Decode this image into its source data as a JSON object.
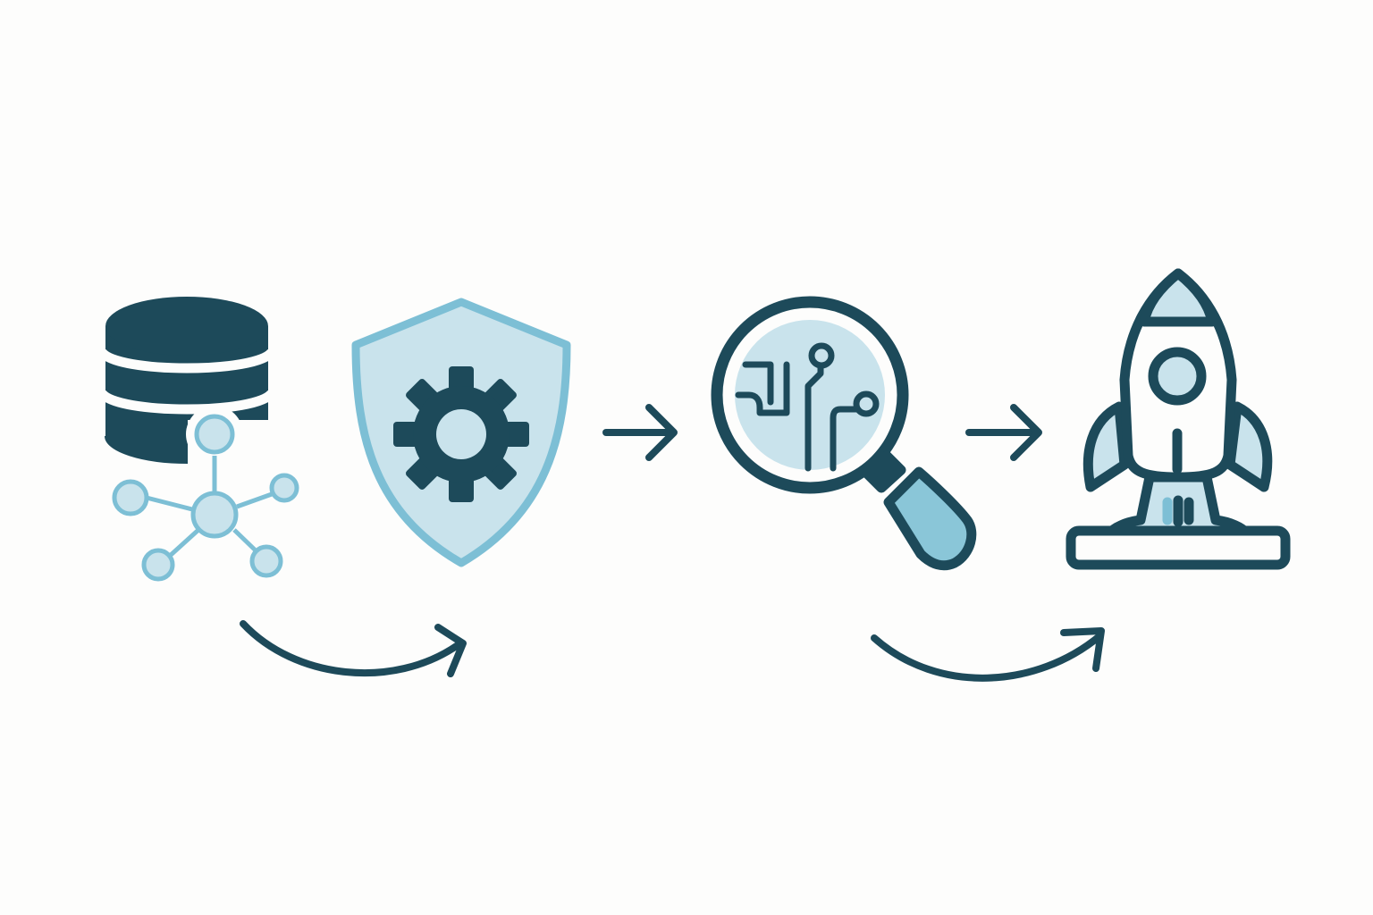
{
  "colors": {
    "background": "#fdfdfc",
    "dark": "#1d4a5a",
    "accent": "#7dbfd5",
    "light_fill": "#c9e3ec",
    "handle_fill": "#8ac6d8"
  },
  "steps": [
    {
      "name": "data",
      "icon": "database-network-icon"
    },
    {
      "name": "secure-process",
      "icon": "shield-gear-icon"
    },
    {
      "name": "analyze",
      "icon": "magnifier-circuit-icon"
    },
    {
      "name": "launch",
      "icon": "rocket-launch-icon"
    }
  ],
  "connectors": [
    {
      "from": "secure-process",
      "to": "analyze",
      "style": "straight"
    },
    {
      "from": "analyze",
      "to": "launch",
      "style": "straight"
    },
    {
      "from": "data",
      "to": "secure-process",
      "style": "curved"
    },
    {
      "from": "analyze",
      "to": "launch",
      "style": "curved"
    }
  ]
}
